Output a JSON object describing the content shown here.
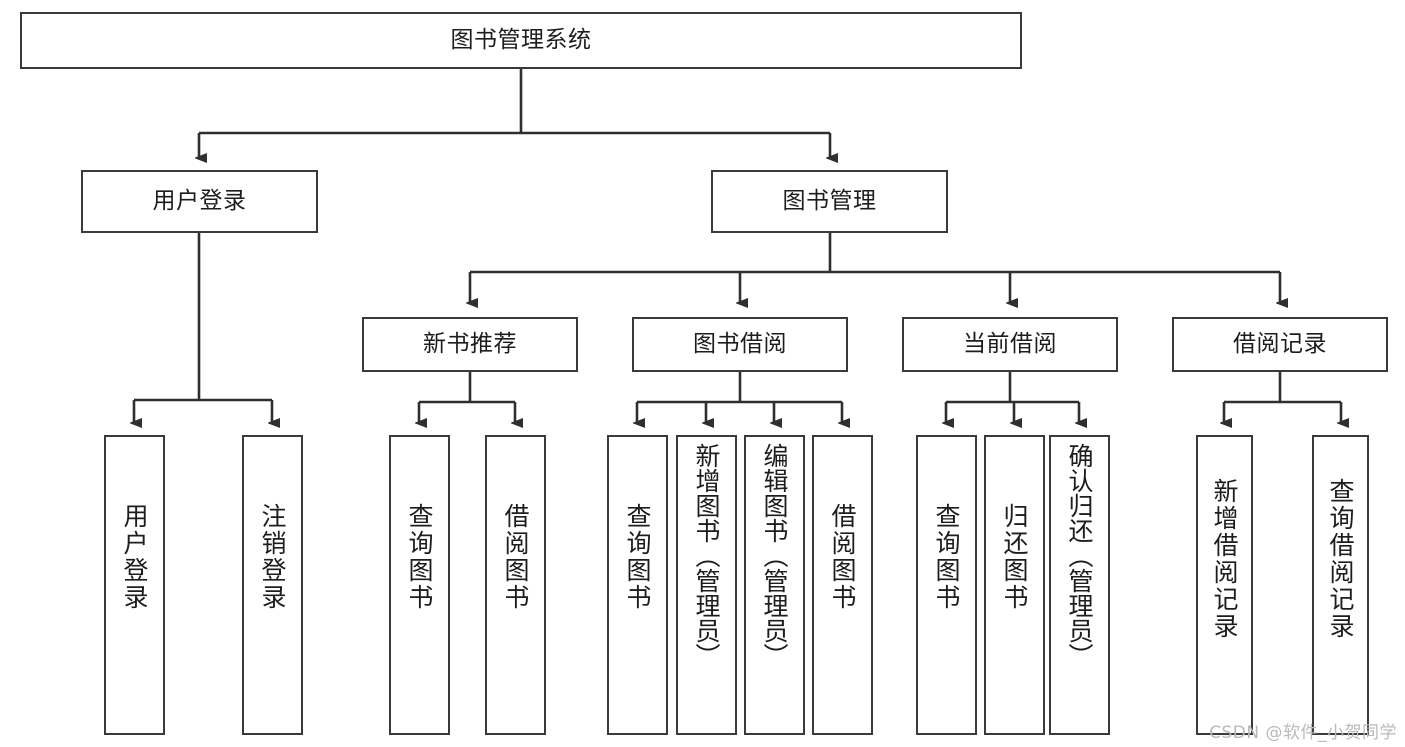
{
  "diagram": {
    "title": "图书管理系统",
    "type": "tree-hierarchy",
    "root": {
      "label": "图书管理系统"
    },
    "level2": [
      {
        "label": "用户登录"
      },
      {
        "label": "图书管理"
      }
    ],
    "level3": [
      {
        "label": "新书推荐"
      },
      {
        "label": "图书借阅"
      },
      {
        "label": "当前借阅"
      },
      {
        "label": "借阅记录"
      }
    ],
    "leaves": {
      "user_login": [
        {
          "label": "用户登录"
        },
        {
          "label": "注销登录"
        }
      ],
      "new_book_recommend": [
        {
          "label": "查询图书"
        },
        {
          "label": "借阅图书"
        }
      ],
      "book_borrow": [
        {
          "label": "查询图书"
        },
        {
          "label": "新增图书（管理员）"
        },
        {
          "label": "编辑图书（管理员）"
        },
        {
          "label": "借阅图书"
        }
      ],
      "current_borrow": [
        {
          "label": "查询图书"
        },
        {
          "label": "归还图书"
        },
        {
          "label": "确认归还（管理员）"
        }
      ],
      "borrow_record": [
        {
          "label": "新增借阅记录"
        },
        {
          "label": "查询借阅记录"
        }
      ]
    }
  },
  "watermark": {
    "text": "CSDN @软件_小贺同学"
  },
  "colors": {
    "stroke": "#3a3a3a",
    "background": "#ffffff",
    "text": "#1d1d1d",
    "watermark": "#b9b9b9"
  }
}
